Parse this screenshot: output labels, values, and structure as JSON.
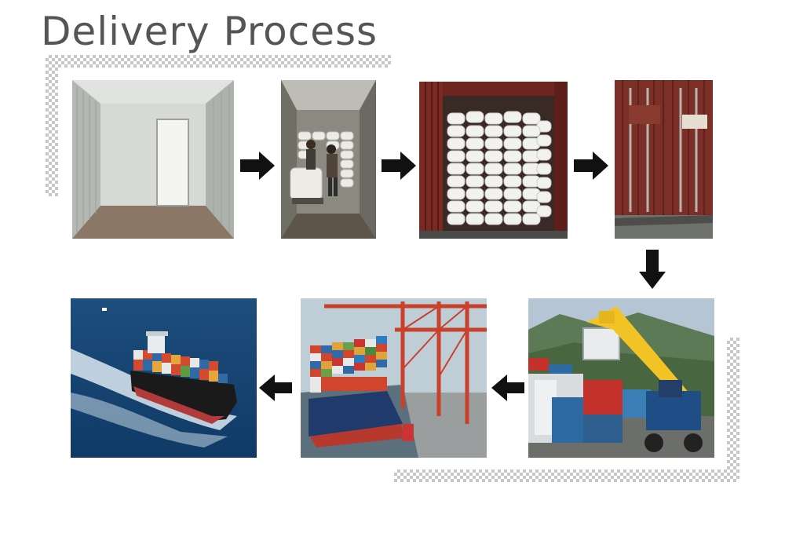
{
  "title": "Delivery Process",
  "steps": [
    {
      "icon": "empty-container-photo"
    },
    {
      "icon": "workers-loading-bags-photo"
    },
    {
      "icon": "loaded-container-photo"
    },
    {
      "icon": "sealed-container-photo"
    },
    {
      "icon": "reach-stacker-crane-photo"
    },
    {
      "icon": "port-loading-ship-photo"
    },
    {
      "icon": "cargo-ship-at-sea-photo"
    }
  ],
  "colors": {
    "title": "#555555",
    "checker": "#c7c7c7",
    "arrow": "#111111",
    "container": "#7a2a22"
  }
}
